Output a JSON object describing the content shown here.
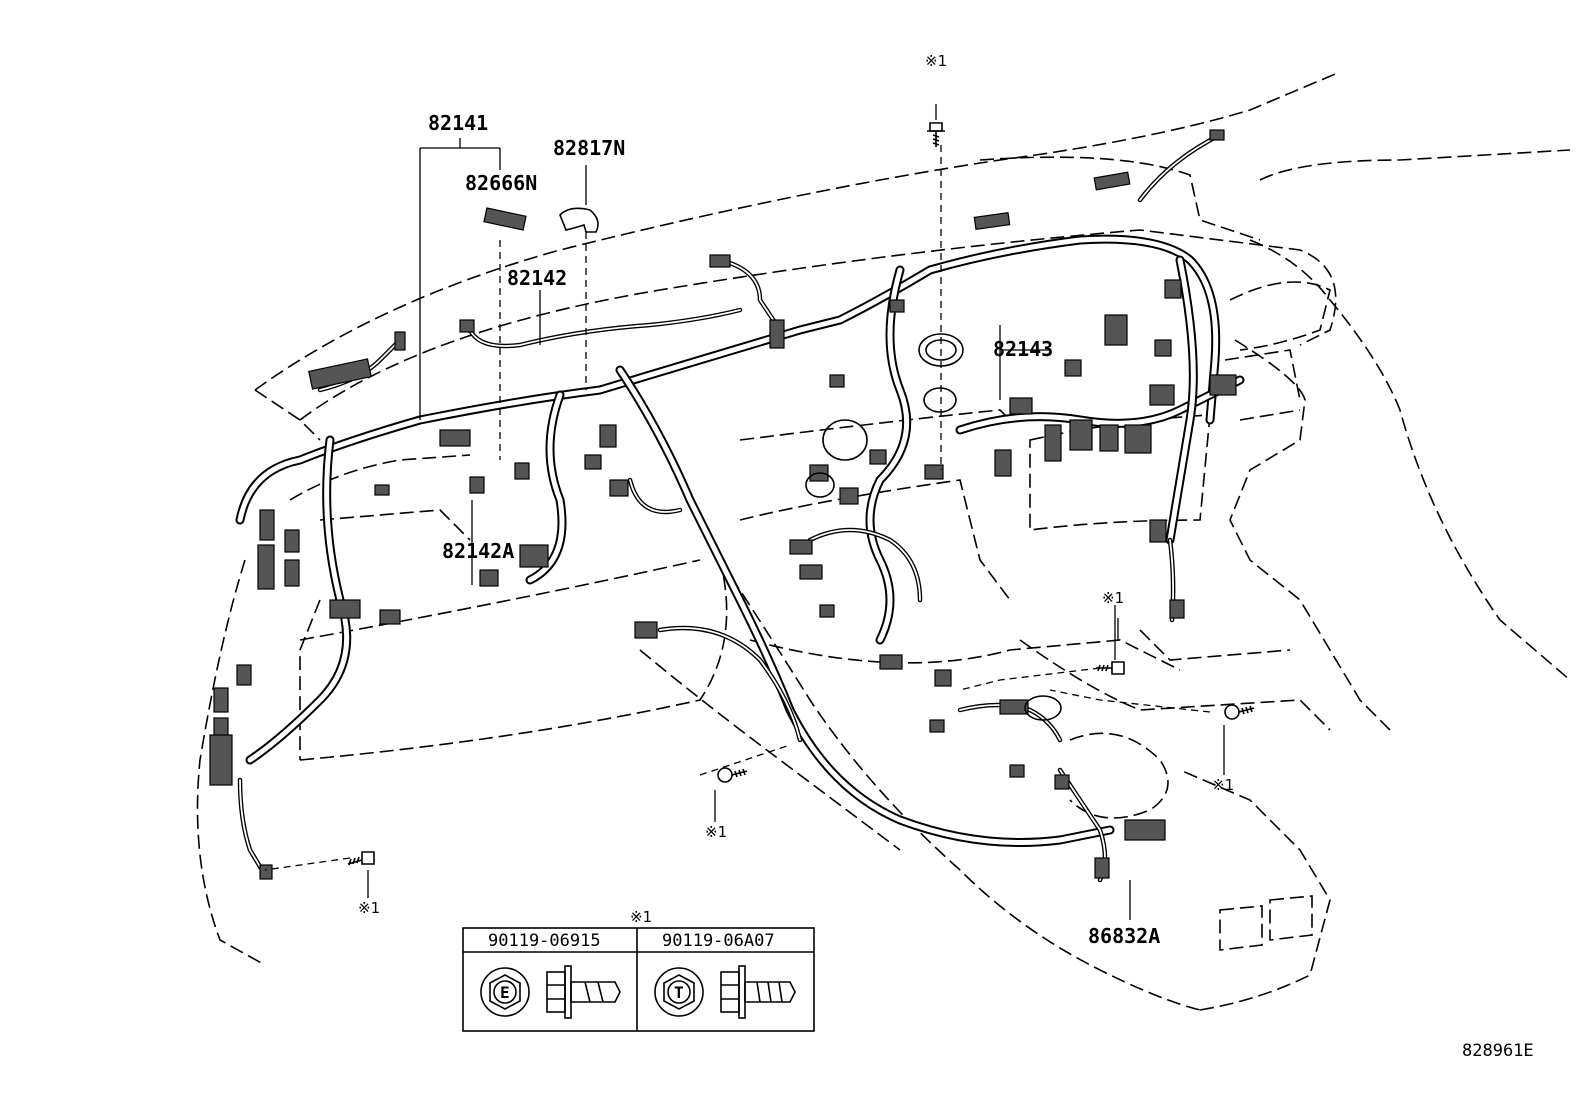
{
  "part_labels": {
    "p82141": "82141",
    "p82817N": "82817N",
    "p82666N": "82666N",
    "p82142": "82142",
    "p82142A": "82142A",
    "p82143": "82143",
    "p86832A": "86832A"
  },
  "bolt_reference_mark": "※1",
  "fastener_table": {
    "reference": "※1",
    "columns": [
      {
        "part_no": "90119-06915",
        "head_mark": "E"
      },
      {
        "part_no": "90119-06A07",
        "head_mark": "T"
      }
    ]
  },
  "diagram_id": "828961E"
}
